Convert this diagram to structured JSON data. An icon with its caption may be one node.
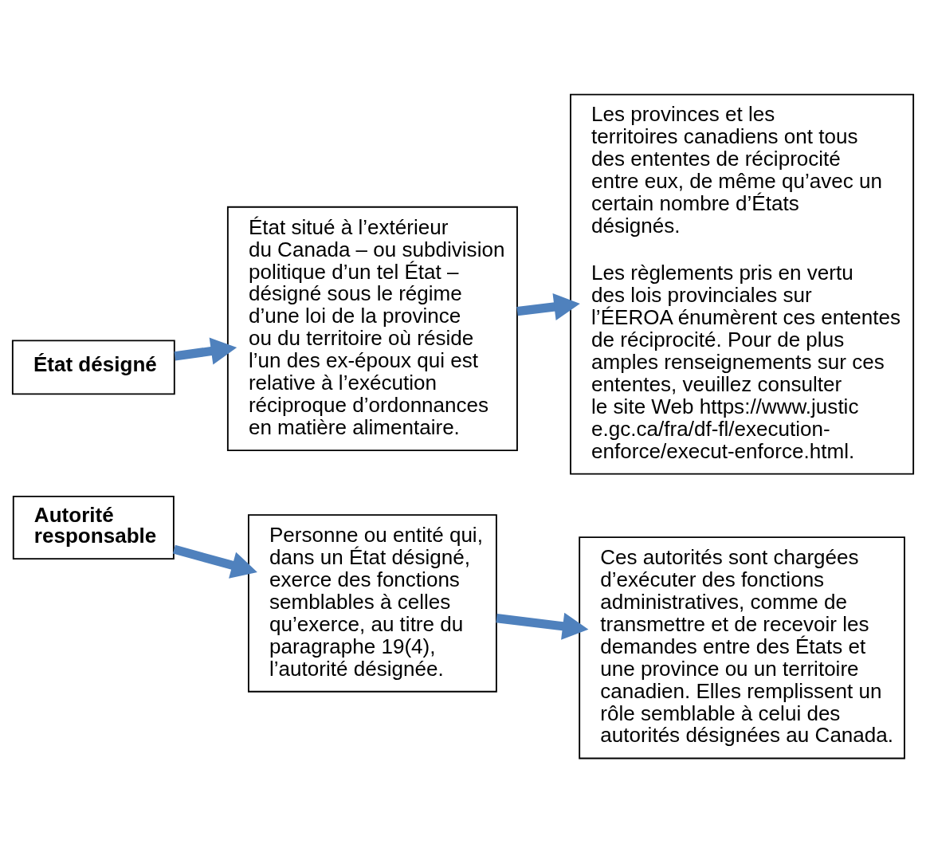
{
  "diagram": {
    "nodes": [
      {
        "text": [
          "État désigné"
        ]
      },
      {
        "text": [
          "État situé à l’extérieur du Canada – ou subdivision politique d’un tel État – désigné sous le régime d’une loi de la province ou du territoire où réside l’un des ex-époux qui est relative à l’exécution réciproque d’ordonnances en matière alimentaire."
        ]
      },
      {
        "text": [
          "Les provinces et les territoires canadiens ont tous des ententes de réciprocité entre eux, de même qu’avec un certain nombre d’États désignés.",
          "Les règlements pris en vertu des lois provinciales sur l’ÉEROA énumèrent ces ententes de réciprocité. Pour de plus amples renseignements sur ces ententes, veuillez consulter le site Web https://www.justice.gc.ca/fra/df-fl/execution-enforce/execut-enforce.html."
        ]
      },
      {
        "text": [
          "Autorité responsable"
        ]
      },
      {
        "text": [
          "Personne ou entité qui, dans un État désigné, exerce des fonctions semblables à celles qu’exerce, au titre du paragraphe 19(4), l’autorité désignée."
        ]
      },
      {
        "text": [
          "Ces autorités sont chargées d’exécuter des fonctions administratives, comme de transmettre et de recevoir les demandes entre des États et une province ou un territoire canadien. Elles remplissent un rôle semblable à celui des autorités désignées au Canada."
        ]
      }
    ],
    "edges": [
      {
        "from": 0,
        "to": 1,
        "arrow": "to"
      },
      {
        "from": 1,
        "to": 2,
        "arrow": "to"
      },
      {
        "from": 3,
        "to": 4,
        "arrow": "to"
      },
      {
        "from": 4,
        "to": 5,
        "arrow": "to"
      }
    ]
  }
}
